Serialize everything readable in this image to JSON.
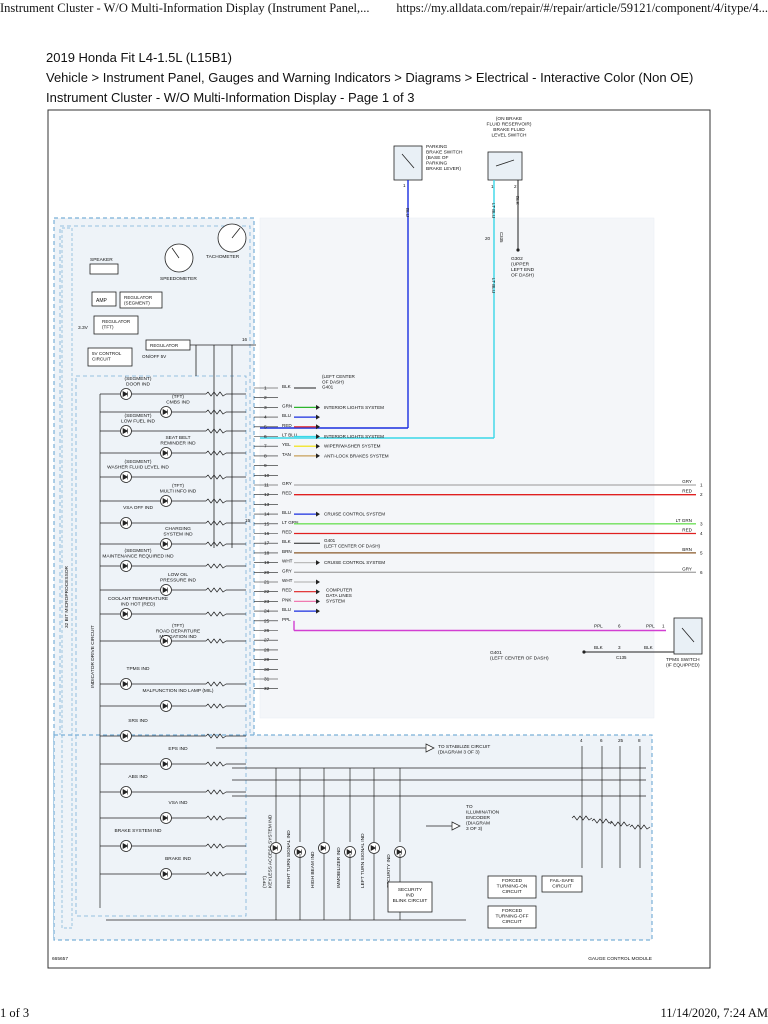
{
  "header": {
    "tab_title": "Instrument Cluster - W/O Multi-Information Display (Instrument Panel,...",
    "url": "https://my.alldata.com/repair/#/repair/article/59121/component/4/itype/4..."
  },
  "document": {
    "vehicle": "2019 Honda Fit L4-1.5L (L15B1)",
    "breadcrumb": "Vehicle > Instrument Panel, Gauges and Warning Indicators > Diagrams > Electrical - Interactive Color (Non OE)",
    "page_title": "Instrument Cluster - W/O Multi-Information Display - Page 1 of 3"
  },
  "footer": {
    "page": "1 of 3",
    "datetime": "11/14/2020, 7:24 AM"
  },
  "diagram": {
    "parking_switch": "PARKING\nBRAKE SWITCH\n(BASE OF\nPARKING\nBRAKE LEVER)",
    "fluid_switch": "(ON BRAKE\nFLUID RESERVOIR)\nBRAKE FLUID\nLEVEL SWITCH",
    "g302": "G302\n(UPPER\nLEFT END\nOF DASH)",
    "c335": "C335",
    "c135": "C135",
    "g401_left": "G401\n(LEFT CENTER OF DASH)",
    "tpms": "TPMS SWITCH\n(IF EQUIPPED)",
    "tachometer": "TACHOMETER",
    "speedometer": "SPEEDOMETER",
    "speaker": "SPEAKER",
    "amp": "AMP",
    "reg_segment": "REGULATOR\n(SEGMENT)",
    "reg_tft": "REGULATOR\n(TFT)",
    "regulator": "REGULATOR",
    "v33": "3.3V",
    "v5ctrl": "5V CONTROL\nCIRCUIT",
    "onoff": "ON/OFF 5V",
    "microprocessor": "32 BIT MICROPROCESSOR",
    "indicator_drive": "INDICATOR DRIVE CIRCUIT",
    "indicators": [
      "(SEGMENT)\nDOOR IND",
      "(TFT)\nCMBS IND",
      "(SEGMENT)\nLOW FUEL IND",
      "SEAT BELT\nREMINDER IND",
      "(SEGMENT)\nWASHER FLUID LEVEL IND",
      "(TFT)\nMULTI INFO IND",
      "VSA OFF IND",
      "CHARGING\nSYSTEM IND",
      "(SEGMENT)\nMAINTENANCE REQUIRED IND",
      "LOW OIL\nPRESSURE IND",
      "COOLANT TEMPERATURE\nIND HOT (RED)",
      "(TFT)\nROAD DEPARTURE\nMITIGATION IND",
      "TPMS IND",
      "MALFUNCTION IND LAMP (MIL)",
      "SRS IND",
      "EPS IND",
      "ABS IND",
      "VSA IND",
      "BRAKE SYSTEM IND",
      "BRAKE IND"
    ],
    "vertical_inds": [
      "(TFT)\nKEYLESS ACCESS SYSTEM IND",
      "RIGHT TURN SIGNAL IND",
      "HIGH BEAM IND",
      "IMMOBILIZER IND",
      "LEFT TURN SIGNAL IND",
      "SECURITY IND"
    ],
    "security_blink": "SECURITY\nIND\nBLINK CIRCUIT",
    "forced_on": "FORCED\nTURNING-ON\nCIRCUIT",
    "forced_off": "FORCED\nTURNING-OFF\nCIRCUIT",
    "failsafe": "FAIL-SAFE\nCIRCUIT",
    "to_stabilize": "TO STABILIZE CIRCUIT\n(DIAGRAM 3 OF 3)",
    "to_illum": "TO\nILLUMINATION\nENCODER\n(DIAGRAM\n3 OF 3)",
    "gauge_module": "GAUGE CONTROL MODULE",
    "diagram_id": "665657",
    "pin16": "16",
    "pin15": "15",
    "pins": [
      {
        "n": "1",
        "c": "BLK"
      },
      {
        "n": "2",
        "c": ""
      },
      {
        "n": "3",
        "c": "GRN"
      },
      {
        "n": "4",
        "c": "BLU"
      },
      {
        "n": "5",
        "c": "RED"
      },
      {
        "n": "6",
        "c": "LT BLU"
      },
      {
        "n": "7",
        "c": "YEL"
      },
      {
        "n": "8",
        "c": "TAN"
      },
      {
        "n": "9",
        "c": ""
      },
      {
        "n": "10",
        "c": ""
      },
      {
        "n": "11",
        "c": "GRY"
      },
      {
        "n": "12",
        "c": "RED"
      },
      {
        "n": "13",
        "c": ""
      },
      {
        "n": "14",
        "c": "BLU"
      },
      {
        "n": "15",
        "c": "LT GRN"
      },
      {
        "n": "16",
        "c": "RED"
      },
      {
        "n": "17",
        "c": "BLK"
      },
      {
        "n": "18",
        "c": "BRN"
      },
      {
        "n": "19",
        "c": "WHT"
      },
      {
        "n": "20",
        "c": "GRY"
      },
      {
        "n": "21",
        "c": "WHT"
      },
      {
        "n": "22",
        "c": "RED"
      },
      {
        "n": "23",
        "c": "PNK"
      },
      {
        "n": "24",
        "c": "BLU"
      },
      {
        "n": "25",
        "c": "PPL"
      },
      {
        "n": "26",
        "c": ""
      },
      {
        "n": "27",
        "c": ""
      },
      {
        "n": "28",
        "c": ""
      },
      {
        "n": "29",
        "c": ""
      },
      {
        "n": "30",
        "c": ""
      },
      {
        "n": "31",
        "c": ""
      },
      {
        "n": "32",
        "c": ""
      }
    ],
    "dest_g401": "(LEFT CENTER\nOF DASH)\nG401",
    "dest_interior": "INTERIOR LIGHTS SYSTEM",
    "dest_wiper": "WIPER/WASHER SYSTEM",
    "dest_abs": "ANTI-LOCK BRAKES SYSTEM",
    "dest_cruise": "CRUISE CONTROL SYSTEM",
    "dest_g401b": "G401\n(LEFT CENTER OF DASH)",
    "dest_computer": "COMPUTER\nDATA LINES\nSYSTEM",
    "right_labels": [
      {
        "c": "GRY",
        "n": "1"
      },
      {
        "c": "RED",
        "n": "2"
      },
      {
        "c": "LT GRN",
        "n": "3"
      },
      {
        "c": "RED",
        "n": "4"
      },
      {
        "c": "BRN",
        "n": "5"
      },
      {
        "c": "GRY",
        "n": "6"
      }
    ],
    "wire_blu": "BLU",
    "wire_ltblu": "LT BLU",
    "wire_blk": "BLK",
    "wire_ppl": "PPL",
    "top_pin1": "1",
    "top_pin2": "2",
    "pin20": "20",
    "pin6": "6",
    "pin3": "3",
    "module_pins": [
      "4",
      "6",
      "25",
      "8"
    ],
    "colors": {
      "blu": "#1a2ee0",
      "ltblu": "#3ad7e8",
      "grn": "#2db52d",
      "red": "#e02020",
      "yel": "#f2e100",
      "tan": "#c8a05a",
      "gry": "#aaaaaa",
      "ltgrn": "#6fe05a",
      "brn": "#8a5a2a",
      "ppl": "#d23fd2",
      "pnk": "#f07ab0",
      "dash": "#7ab0d8"
    }
  }
}
